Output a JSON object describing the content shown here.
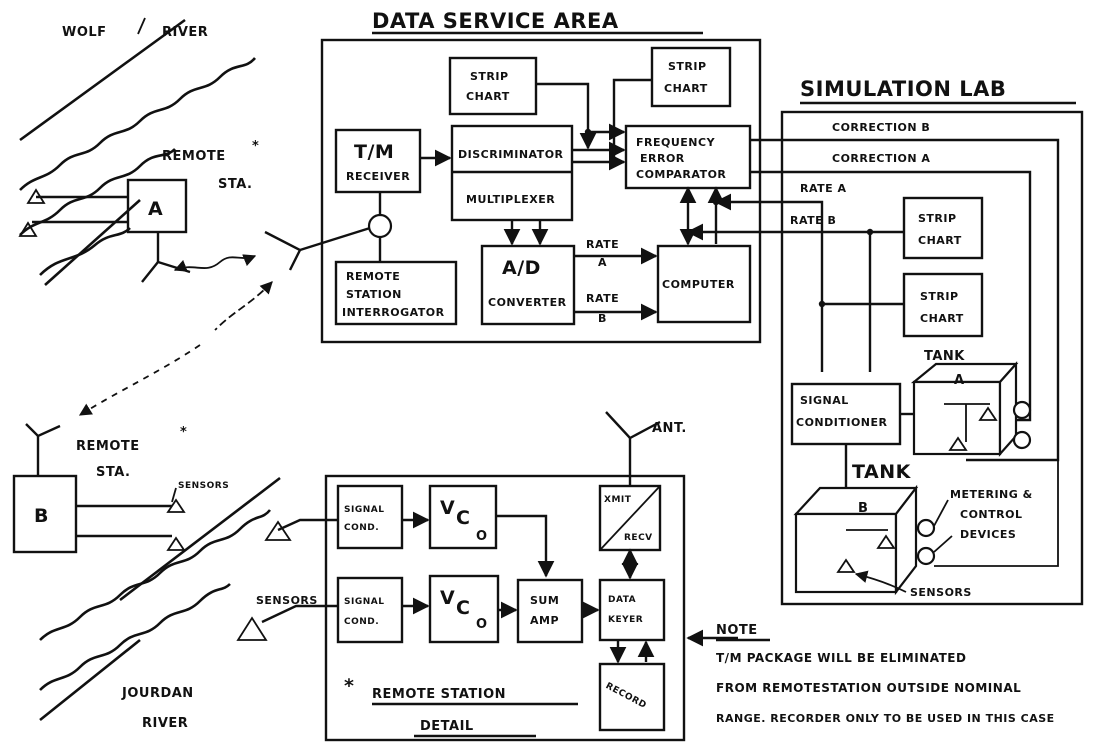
{
  "rivers": {
    "wolf_word1": "WOLF",
    "wolf_word2": "RIVER",
    "jourdan_word1": "JOURDAN",
    "jourdan_word2": "RIVER"
  },
  "remote_a": {
    "label_line1": "REMOTE",
    "asterisk": "*",
    "label_line2": "STA.",
    "box": "A"
  },
  "remote_b": {
    "label_line1": "REMOTE",
    "asterisk": "*",
    "label_line2": "STA.",
    "box": "B",
    "sensors": "SENSORS"
  },
  "data_service": {
    "title": "DATA SERVICE AREA",
    "strip_chart_1": [
      "STRIP",
      "CHART"
    ],
    "strip_chart_2": [
      "STRIP",
      "CHART"
    ],
    "tm_receiver": [
      "T/M",
      "RECEIVER"
    ],
    "discriminator": "DISCRIMINATOR",
    "multiplexer": "MULTIPLEXER",
    "freq_comp": [
      "FREQUENCY",
      "ERROR",
      "COMPARATOR"
    ],
    "interrogator": [
      "REMOTE",
      "STATION",
      "INTERROGATOR"
    ],
    "ad_converter": [
      "A/D",
      "CONVERTER"
    ],
    "computer": "COMPUTER",
    "rate_a": [
      "RATE",
      "A"
    ],
    "rate_b": [
      "RATE",
      "B"
    ]
  },
  "simulation_lab": {
    "title": "SIMULATION LAB",
    "correction_b": "CORRECTION  B",
    "correction_a": "CORRECTION  A",
    "rate_a": "RATE A",
    "rate_b": "RATE B",
    "strip_chart_1": [
      "STRIP",
      "CHART"
    ],
    "strip_chart_2": [
      "STRIP",
      "CHART"
    ],
    "signal_conditioner": [
      "SIGNAL",
      "CONDITIONER"
    ],
    "tank_a_label": "TANK",
    "tank_a_letter": "A",
    "tank_b_label": "TANK",
    "tank_b_letter": "B",
    "metering": [
      "METERING &",
      "CONTROL",
      "DEVICES"
    ],
    "sensors": "SENSORS"
  },
  "remote_detail": {
    "title": [
      "REMOTE STATION",
      "DETAIL"
    ],
    "asterisk": "*",
    "antenna": "ANT.",
    "sensors": "SENSORS",
    "signal_cond_1": [
      "SIGNAL",
      "COND."
    ],
    "signal_cond_2": [
      "SIGNAL",
      "COND."
    ],
    "vco_1": [
      "V",
      "C",
      "O"
    ],
    "vco_2": [
      "V",
      "C",
      "O"
    ],
    "sum_amp": [
      "SUM",
      "AMP"
    ],
    "xmit": "XMIT",
    "recv": "RECV",
    "data_keyer": [
      "DATA",
      "KEYER"
    ],
    "recorder": "RECORD"
  },
  "note": {
    "heading": "NOTE",
    "lines": [
      "T/M PACKAGE WILL BE ELIMINATED",
      "FROM REMOTESTATION OUTSIDE NOMINAL",
      "RANGE. RECORDER ONLY TO BE USED IN THIS CASE"
    ]
  }
}
